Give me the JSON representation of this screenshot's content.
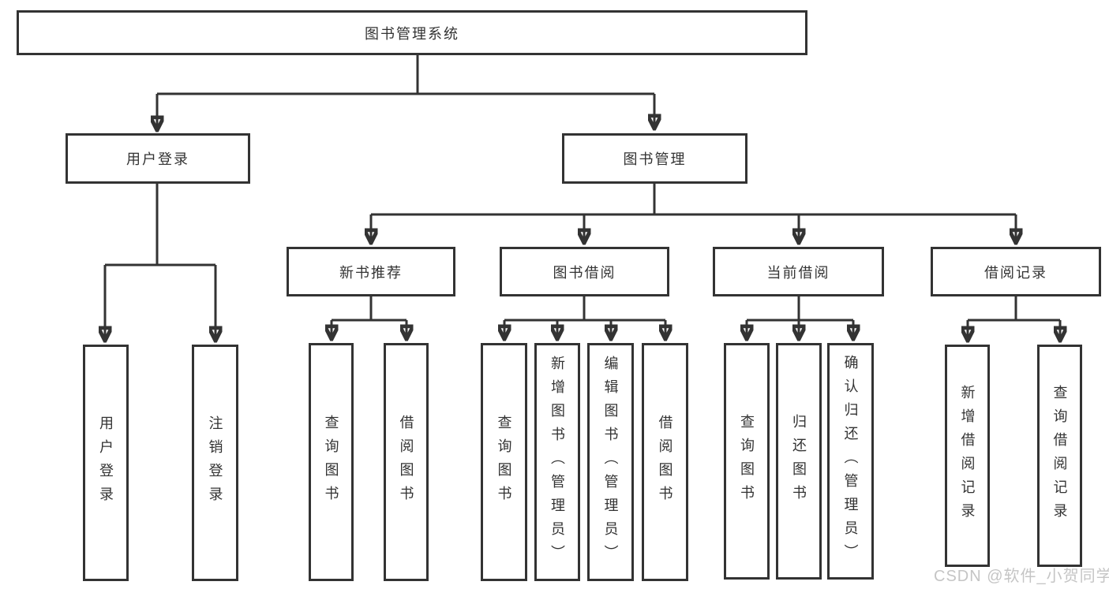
{
  "tree": {
    "root": {
      "label": "图书管理系统"
    },
    "user_login": {
      "label": "用户登录",
      "children": {
        "login": {
          "label": "用户登录"
        },
        "logout": {
          "label": "注销登录"
        }
      }
    },
    "book_management": {
      "label": "图书管理",
      "children": {
        "new_book_recommendation": {
          "label": "新书推荐",
          "children": {
            "query_books": {
              "label": "查询图书"
            },
            "borrow_books": {
              "label": "借阅图书"
            }
          }
        },
        "book_borrowing": {
          "label": "图书借阅",
          "children": {
            "query_books": {
              "label": "查询图书"
            },
            "add_books_admin": {
              "label": "新增图书（管理员）"
            },
            "edit_books_admin": {
              "label": "编辑图书（管理员）"
            },
            "borrow_books": {
              "label": "借阅图书"
            }
          }
        },
        "current_borrowing": {
          "label": "当前借阅",
          "children": {
            "query_books": {
              "label": "查询图书"
            },
            "return_books": {
              "label": "归还图书"
            },
            "confirm_return_admin": {
              "label": "确认归还（管理员）"
            }
          }
        },
        "borrowing_records": {
          "label": "借阅记录",
          "children": {
            "add_borrow_record": {
              "label": "新增借阅记录"
            },
            "query_borrow_record": {
              "label": "查询借阅记录"
            }
          }
        }
      }
    }
  },
  "watermark": {
    "text": "CSDN @软件_小贺同学"
  },
  "colors": {
    "line": "#333333",
    "box_border": "#333333",
    "text": "#333333",
    "watermark": "#c5c5c5",
    "background": "#ffffff"
  }
}
